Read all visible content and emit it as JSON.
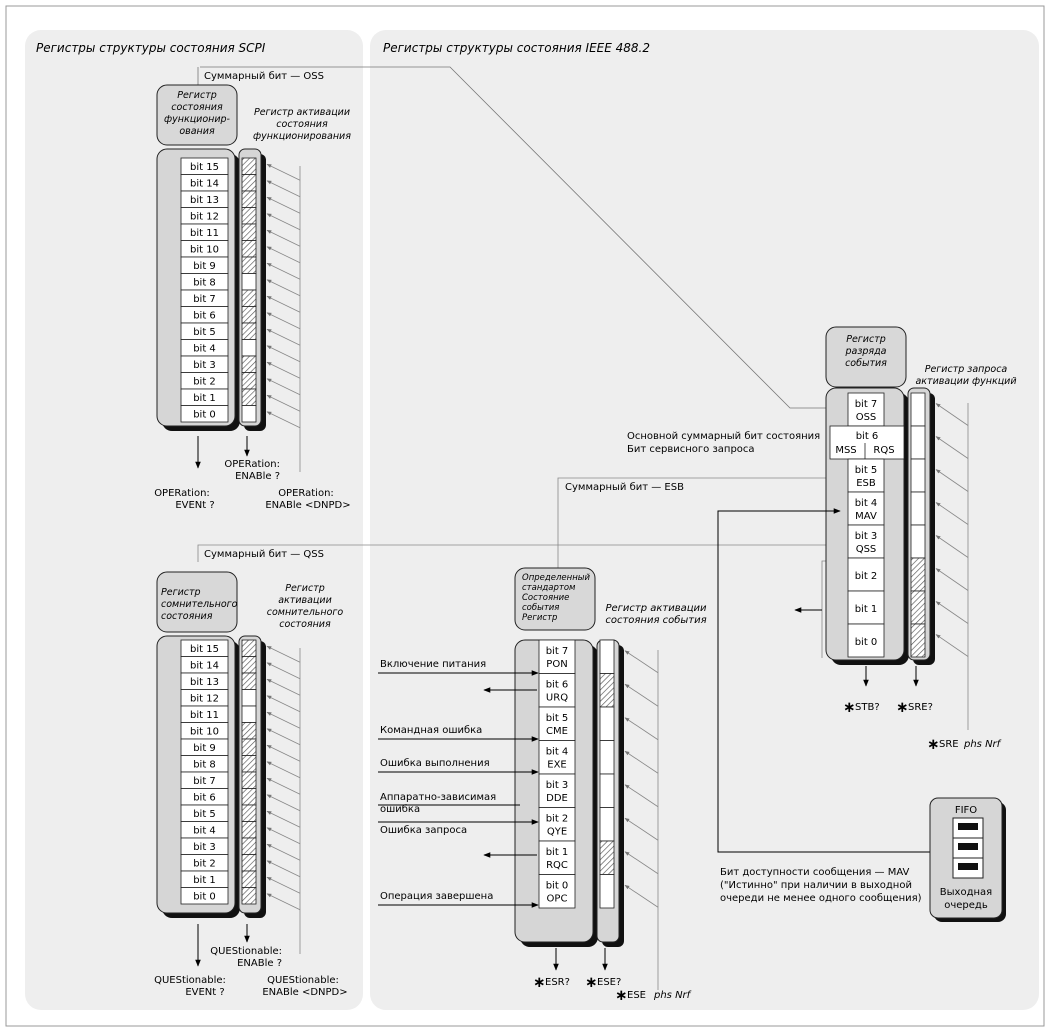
{
  "panels": {
    "left_title": "Регистры структуры состояния SCPI",
    "right_title": "Регистры структуры состояния IEEE 488.2"
  },
  "operation": {
    "register_title": [
      "Регистр",
      "состояния",
      "функционир-",
      "ования"
    ],
    "enable_title": [
      "Регистр активации",
      "состояния",
      "функционирования"
    ],
    "summary_label": "Суммарный бит — OSS",
    "bits": [
      "bit 15",
      "bit 14",
      "bit 13",
      "bit 12",
      "bit 11",
      "bit 10",
      "bit 9",
      "bit 8",
      "bit 7",
      "bit 6",
      "bit 5",
      "bit 4",
      "bit 3",
      "bit 2",
      "bit 1",
      "bit 0"
    ],
    "enable_hatched": [
      true,
      true,
      true,
      true,
      true,
      true,
      true,
      false,
      true,
      true,
      true,
      false,
      true,
      true,
      true,
      false
    ],
    "event_query": [
      "OPERation:",
      "EVENt ?"
    ],
    "enable_query": [
      "OPERation:",
      "ENABle ?"
    ],
    "enable_cmd": [
      "OPERation:",
      "ENABle <DNPD>"
    ]
  },
  "questionable": {
    "register_title": [
      "Регистр",
      "сомнительного",
      "состояния"
    ],
    "enable_title": [
      "Регистр",
      "активации",
      "сомнительного",
      "состояния"
    ],
    "summary_label": "Суммарный бит — QSS",
    "bits": [
      "bit 15",
      "bit 14",
      "bit 13",
      "bit 12",
      "bit 11",
      "bit 10",
      "bit 9",
      "bit 8",
      "bit 7",
      "bit 6",
      "bit 5",
      "bit 4",
      "bit 3",
      "bit 2",
      "bit 1",
      "bit 0"
    ],
    "enable_hatched": [
      true,
      true,
      true,
      false,
      false,
      true,
      true,
      true,
      true,
      true,
      true,
      true,
      true,
      true,
      true,
      true
    ],
    "event_query": [
      "QUEStionable:",
      "EVENt ?"
    ],
    "enable_query": [
      "QUEStionable:",
      "ENABle ?"
    ],
    "enable_cmd": [
      "QUEStionable:",
      "ENABle <DNPD>"
    ]
  },
  "event_status": {
    "register_title": [
      "Определенный",
      "стандартом",
      "Состояние",
      "события",
      "Регистр"
    ],
    "enable_title": [
      "Регистр активации",
      "состояния события"
    ],
    "bits": [
      [
        "bit 7",
        "PON"
      ],
      [
        "bit 6",
        "URQ"
      ],
      [
        "bit 5",
        "CME"
      ],
      [
        "bit 4",
        "EXE"
      ],
      [
        "bit 3",
        "DDE"
      ],
      [
        "bit 2",
        "QYE"
      ],
      [
        "bit 1",
        "RQC"
      ],
      [
        "bit 0",
        "OPC"
      ]
    ],
    "enable_hatched": [
      false,
      true,
      false,
      false,
      false,
      false,
      true,
      false
    ],
    "inputs": {
      "pon": "Включение питания",
      "cme": "Командная ошибка",
      "exe": "Ошибка выполнения",
      "dde": [
        "Аппаратно-зависимая",
        "ошибка"
      ],
      "qye": "Ошибка запроса",
      "opc": "Операция завершена"
    },
    "esr_query": "ESR?",
    "ese_query": "ESE?",
    "ese_cmd": "ESE",
    "ese_param": "phs Nrf",
    "esb_label": "Суммарный бит — ESB"
  },
  "status_byte": {
    "register_title": [
      "Регистр",
      "разряда",
      "события"
    ],
    "enable_title": [
      "Регистр запроса",
      "активации функций"
    ],
    "bits": [
      [
        "bit 7",
        "OSS"
      ],
      [
        "bit 6",
        ""
      ],
      [
        "bit 5",
        "ESB"
      ],
      [
        "bit 4",
        "MAV"
      ],
      [
        "bit 3",
        "QSS"
      ],
      [
        "bit 2",
        ""
      ],
      [
        "bit 1",
        ""
      ],
      [
        "bit 0",
        ""
      ]
    ],
    "mss": "MSS",
    "rqs": "RQS",
    "enable_hatched": [
      false,
      false,
      false,
      false,
      false,
      true,
      true,
      true
    ],
    "mss_note": [
      "Основной суммарный бит состояния",
      "Бит сервисного запроса"
    ],
    "stb_query": "STB?",
    "sre_query": "SRE?",
    "sre_cmd": "SRE",
    "sre_param": "phs Nrf"
  },
  "fifo": {
    "title": "FIFO",
    "label": [
      "Выходная",
      "очередь"
    ],
    "mav_note": [
      "Бит доступности сообщения — MAV",
      "(\"Истинно\" при наличии в выходной",
      "очереди не менее одного сообщения)"
    ]
  }
}
